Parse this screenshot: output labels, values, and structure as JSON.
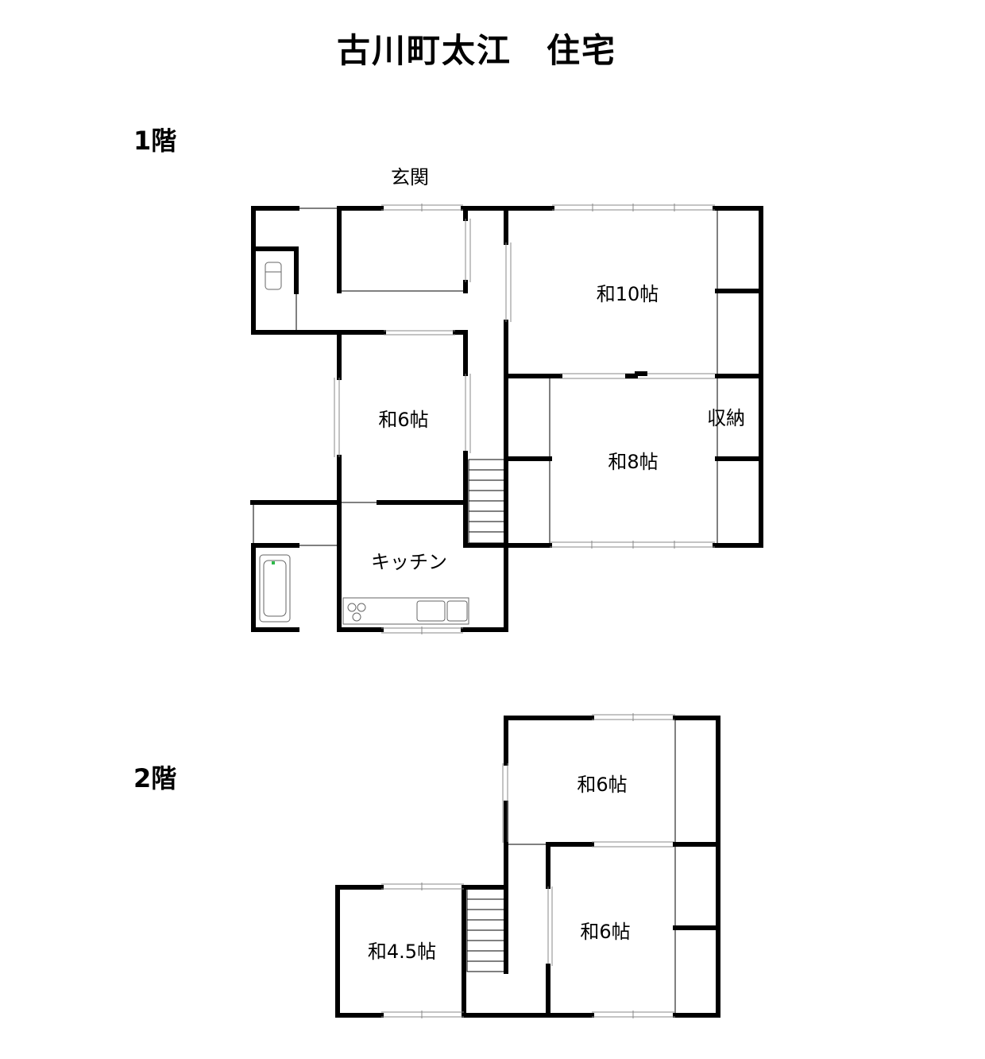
{
  "title": "古川町太江　住宅",
  "floor1": {
    "label": "1階",
    "rooms": {
      "entrance": "玄関",
      "washitsu10": "和10帖",
      "washitsu6": "和6帖",
      "storage": "収納",
      "washitsu8": "和8帖",
      "kitchen": "キッチン"
    }
  },
  "floor2": {
    "label": "2階",
    "rooms": {
      "washitsu6_north": "和6帖",
      "washitsu6_south": "和6帖",
      "washitsu45": "和4.5帖"
    }
  }
}
